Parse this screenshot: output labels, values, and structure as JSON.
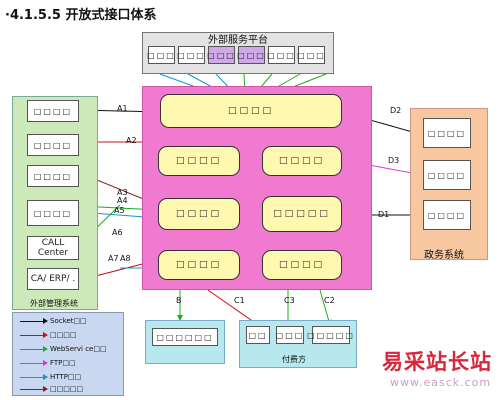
{
  "title": "·4.1.5.5 开放式接口体系",
  "external_platform": {
    "label": "外部服务平台",
    "boxes": [
      "□□□",
      "□□□",
      "□□□",
      "□□□",
      "□□□",
      "□□□"
    ]
  },
  "left_system": {
    "label": "外部管理系统",
    "boxes": [
      "□□□□",
      "□□□□",
      "□□□□",
      "□□□□",
      "CALL Center",
      "CA/ ERP/ ."
    ]
  },
  "right_system": {
    "label": "政务系统",
    "boxes": [
      "□□□□",
      "□□□□",
      "□□□□"
    ]
  },
  "center_modules": [
    "□□□□",
    "□□□□",
    "□□□□",
    "□□□□",
    "□□□□□",
    "□□□□",
    "□□□□"
  ],
  "bottom_left": {
    "boxes": [
      "□□□□□□"
    ]
  },
  "bottom_middle": {
    "label": "付费方",
    "boxes": [
      "□□",
      "□□□",
      "□□□□□"
    ]
  },
  "legend": {
    "items": [
      {
        "label": "Socket□□",
        "color": "#111111"
      },
      {
        "label": "□□□□",
        "color": "#cc1111"
      },
      {
        "label": "WebServi ce□□",
        "color": "#22aa22"
      },
      {
        "label": "FTP□□",
        "color": "#dd33dd"
      },
      {
        "label": "HTTP□□",
        "color": "#1199cc"
      },
      {
        "label": "□□□□□",
        "color": "#882222"
      }
    ]
  },
  "edge_labels": [
    "A1",
    "A2",
    "A3",
    "A4",
    "A5",
    "A6",
    "A7",
    "A8",
    "D2",
    "D3",
    "D1",
    "B",
    "C1",
    "C3",
    "C2"
  ],
  "watermark": {
    "text": "易采站长站",
    "url": "www.easck.com"
  }
}
